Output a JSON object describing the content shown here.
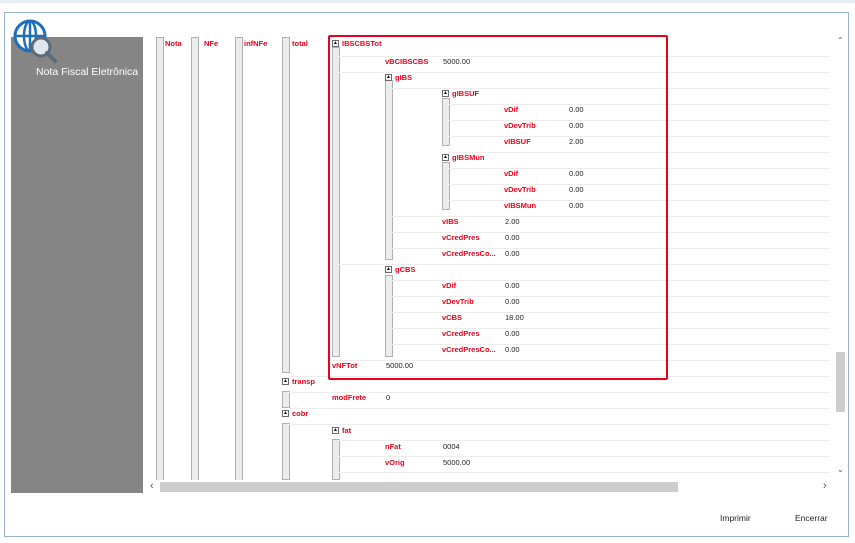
{
  "app": {
    "title": "Nota Fiscal Eletrônica",
    "logo_icon": "globe-search-icon"
  },
  "tree": {
    "columns": [
      "Nota",
      "NFe",
      "infNFe",
      "total"
    ],
    "ibscbstot": {
      "label": "IBSCBSTot",
      "vBCIBSCBS": {
        "label": "vBCIBSCBS",
        "value": "5000.00"
      },
      "gIBS": {
        "label": "gIBS",
        "gIBSUF": {
          "label": "gIBSUF",
          "rows": [
            {
              "label": "vDif",
              "value": "0.00"
            },
            {
              "label": "vDevTrib",
              "value": "0.00"
            },
            {
              "label": "vIBSUF",
              "value": "2.00"
            }
          ]
        },
        "gIBSMun": {
          "label": "gIBSMun",
          "rows": [
            {
              "label": "vDif",
              "value": "0.00"
            },
            {
              "label": "vDevTrib",
              "value": "0.00"
            },
            {
              "label": "vIBSMun",
              "value": "0.00"
            }
          ]
        },
        "rows": [
          {
            "label": "vIBS",
            "value": "2.00"
          },
          {
            "label": "vCredPres",
            "value": "0.00"
          },
          {
            "label": "vCredPresCo...",
            "value": "0.00"
          }
        ]
      },
      "gCBS": {
        "label": "gCBS",
        "rows": [
          {
            "label": "vDif",
            "value": "0.00"
          },
          {
            "label": "vDevTrib",
            "value": "0.00"
          },
          {
            "label": "vCBS",
            "value": "18.00"
          },
          {
            "label": "vCredPres",
            "value": "0.00"
          },
          {
            "label": "vCredPresCo...",
            "value": "0.00"
          }
        ]
      },
      "vNFTot": {
        "label": "vNFTot",
        "value": "5000.00"
      }
    },
    "transp": {
      "label": "transp",
      "modFrete": {
        "label": "modFrete",
        "value": "0"
      }
    },
    "cobr": {
      "label": "cobr",
      "fat": {
        "label": "fat",
        "nFat": {
          "label": "nFat",
          "value": "0004"
        },
        "vOrig": {
          "label": "vOrig",
          "value": "5000.00"
        }
      }
    },
    "toggle_glyph": "▲"
  },
  "buttons": {
    "print": "Imprimir",
    "close": "Encerrar"
  },
  "scroll": {
    "up": "⌃",
    "down": "⌄",
    "left": "‹",
    "right": "›"
  },
  "colors": {
    "label_red": "#e8001c",
    "sidebar": "#858585",
    "highlight_box": "#e8001c"
  }
}
